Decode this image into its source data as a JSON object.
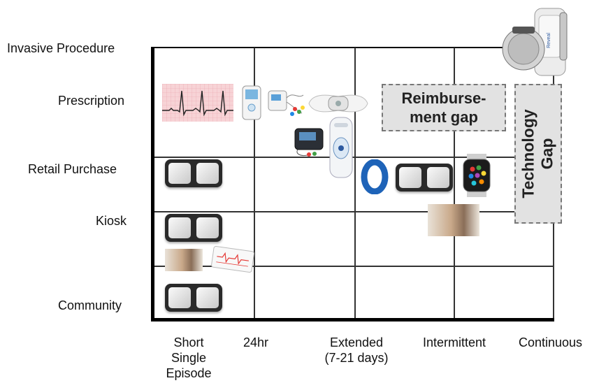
{
  "y_axis": {
    "labels": [
      "Invasive Procedure",
      "Prescription",
      "Retail Purchase",
      "Kiosk",
      "Community"
    ]
  },
  "x_axis": {
    "labels": [
      "Short Single Episode",
      "24hr",
      "Extended (7-21 days)",
      "Intermittent",
      "Continuous"
    ],
    "short_lines": [
      "Short",
      "Single",
      "Episode"
    ],
    "extended_lines": [
      "Extended",
      "(7-21 days)"
    ]
  },
  "gaps": {
    "reimbursement_lines": [
      "Reimburse-",
      "ment gap"
    ],
    "technology_lines": [
      "Technology",
      "Gap"
    ]
  },
  "colors": {
    "axis": "#000000",
    "grid": "#333333",
    "gap_fill": "#e2e2e2",
    "gap_border": "#777777",
    "ecg_paper": "#f7d3d6",
    "band_blue": "#1e63b8"
  },
  "devices": {
    "ecg_strip_icon": "ecg-strip",
    "holter_monitor_icon": "holter-monitor",
    "patch_monitor_icon": "patch-monitor",
    "event_recorder_icon": "event-recorder",
    "fitness_band_icon": "fitness-band",
    "smartwatch_icon": "smartwatch",
    "handheld_ecg_icon": "handheld-ecg",
    "implantable_icon": "implantable-loop-recorder"
  }
}
